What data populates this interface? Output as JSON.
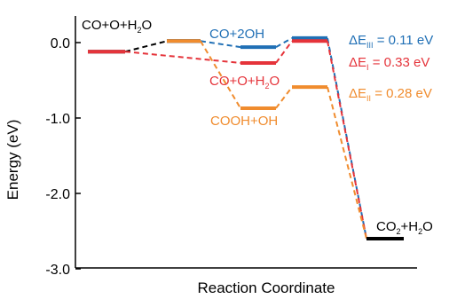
{
  "chart_data": {
    "type": "line",
    "xlabel": "Reaction Coordinate",
    "ylabel": "Energy (eV)",
    "ylim": [
      -3.0,
      0.4
    ],
    "yticks": [
      0.0,
      -1.0,
      -2.0,
      -3.0
    ],
    "ytick_labels": [
      "0.0",
      "-1.0",
      "-2.0",
      "-3.0"
    ],
    "grid": false,
    "x_stages": [
      0,
      1,
      2,
      3,
      4
    ],
    "series": [
      {
        "color": "#000000",
        "levels": [
          {
            "stage": 0,
            "energy": -0.12
          },
          {
            "stage": 1,
            "energy": 0.02
          }
        ],
        "label": {
          "base": "CO+O+H",
          "sub": "2",
          "post": "O"
        }
      },
      {
        "color": "#1f6fb5",
        "levels": [
          {
            "stage": 1,
            "energy": 0.02
          },
          {
            "stage": 2,
            "energy": -0.06
          },
          {
            "stage": 3,
            "energy": 0.06
          },
          {
            "stage": 4,
            "energy": -2.6
          }
        ],
        "label": {
          "base": "CO+2OH"
        },
        "delta": {
          "symbol": "ΔE",
          "sub": "III",
          "text": " = 0.11 eV"
        }
      },
      {
        "color": "#e5333a",
        "levels": [
          {
            "stage": 0,
            "energy": -0.12
          },
          {
            "stage": 2,
            "energy": -0.27
          },
          {
            "stage": 3,
            "energy": 0.02
          },
          {
            "stage": 4,
            "energy": -2.6
          }
        ],
        "label": {
          "base": "CO+O+H",
          "sub": "2",
          "post": "O"
        },
        "delta": {
          "symbol": "ΔE",
          "sub": "I",
          "text": " = 0.33 eV"
        }
      },
      {
        "color": "#f08c2e",
        "levels": [
          {
            "stage": 1,
            "energy": 0.02
          },
          {
            "stage": 2,
            "energy": -0.87
          },
          {
            "stage": 3,
            "energy": -0.59
          },
          {
            "stage": 4,
            "energy": -2.6
          }
        ],
        "label": {
          "base": "COOH+OH"
        },
        "delta": {
          "symbol": "ΔE",
          "sub": "II",
          "text": " = 0.28 eV"
        }
      },
      {
        "color": "#000000",
        "levels": [
          {
            "stage": 4,
            "energy": -2.6
          }
        ],
        "label": {
          "base": "CO",
          "sub": "2",
          "post": "+H",
          "sub2": "2",
          "post2": "O"
        }
      }
    ]
  }
}
